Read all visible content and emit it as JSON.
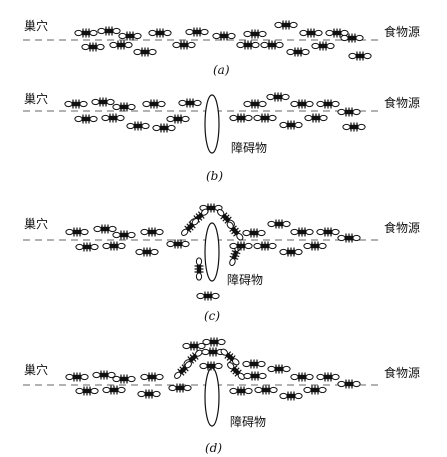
{
  "panels": [
    {
      "caption": "(a)",
      "nest_label": "巢穴",
      "food_label": "食物源",
      "has_obstacle": false
    },
    {
      "caption": "(b)",
      "nest_label": "巢穴",
      "food_label": "食物源",
      "has_obstacle": true,
      "obstacle_label": "障碍物"
    },
    {
      "caption": "(c)",
      "nest_label": "巢穴",
      "food_label": "食物源",
      "has_obstacle": true,
      "obstacle_label": "障碍物"
    },
    {
      "caption": "(d)",
      "nest_label": "巢穴",
      "food_label": "食物源",
      "has_obstacle": true,
      "obstacle_label": "障碍物"
    }
  ],
  "colors": {
    "ink": "#111111",
    "path": "#666666",
    "background": "#ffffff"
  }
}
